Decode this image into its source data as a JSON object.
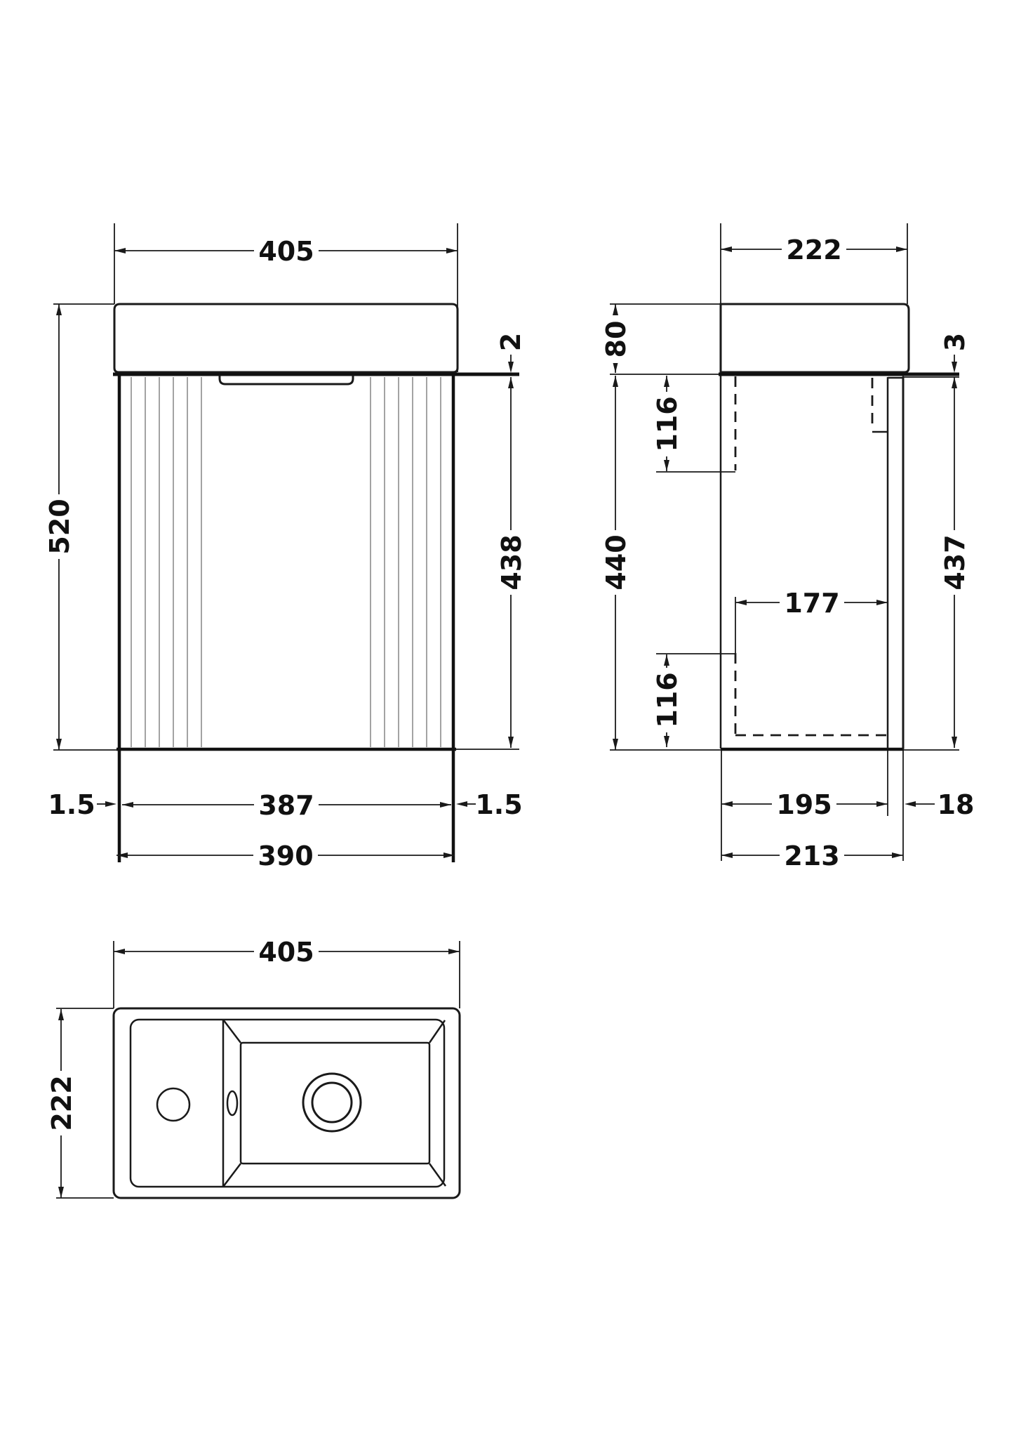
{
  "drawing": {
    "title": "vanity-unit-technical-drawing",
    "colors": {
      "line": "#1a1a1a",
      "flute_line": "#a3a3a3",
      "background": "#ffffff"
    },
    "front_view": {
      "top_width": "405",
      "total_height": "520",
      "worktop_gap": "2",
      "door_height": "438",
      "side_gap_left": "1.5",
      "door_width": "387",
      "side_gap_right": "1.5",
      "cabinet_width": "390"
    },
    "side_view": {
      "top_depth": "222",
      "basin_height": "80",
      "door_top_gap": "3",
      "bracket_offset_top": "116",
      "cabinet_height": "440",
      "door_height": "437",
      "internal_width": "177",
      "bracket_offset_bottom": "116",
      "internal_depth": "195",
      "door_thickness": "18",
      "cabinet_depth": "213"
    },
    "top_view": {
      "width": "405",
      "depth": "222"
    }
  }
}
